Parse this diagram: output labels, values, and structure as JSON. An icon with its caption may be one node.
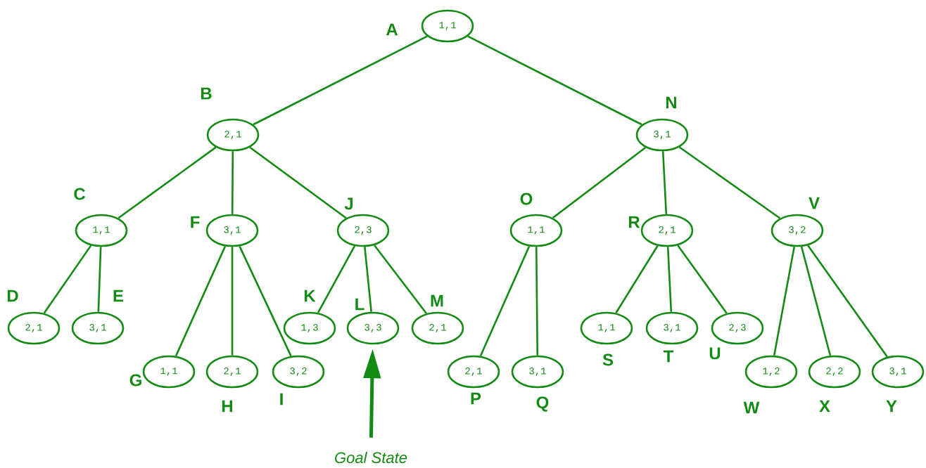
{
  "diagram": {
    "nodes": [
      {
        "text": [
          "1,1"
        ],
        "beside": [
          "A"
        ]
      },
      {
        "text": [
          "2,1"
        ],
        "beside": [
          "B"
        ]
      },
      {
        "text": [
          "1,1"
        ],
        "beside": [
          "C"
        ]
      },
      {
        "text": [
          "2,1"
        ],
        "beside": [
          "D"
        ]
      },
      {
        "text": [
          "3,1"
        ],
        "beside": [
          "E"
        ]
      },
      {
        "text": [
          "3,1"
        ],
        "beside": [
          "F"
        ]
      },
      {
        "text": [
          "1,1"
        ],
        "beside": [
          "G"
        ]
      },
      {
        "text": [
          "2,1"
        ],
        "beside": [
          "H"
        ]
      },
      {
        "text": [
          "3,2"
        ],
        "beside": [
          "I"
        ]
      },
      {
        "text": [
          "2,3"
        ],
        "beside": [
          "J"
        ]
      },
      {
        "text": [
          "1,3"
        ],
        "beside": [
          "K"
        ]
      },
      {
        "text": [
          "3,3"
        ],
        "beside": [
          "L"
        ]
      },
      {
        "text": [
          "2,1"
        ],
        "beside": [
          "M"
        ]
      },
      {
        "text": [
          "3,1"
        ],
        "beside": [
          "N"
        ]
      },
      {
        "text": [
          "1,1"
        ],
        "beside": [
          "O"
        ]
      },
      {
        "text": [
          "2,1"
        ],
        "beside": [
          "P"
        ]
      },
      {
        "text": [
          "3,1"
        ],
        "beside": [
          "Q"
        ]
      },
      {
        "text": [
          "2,1"
        ],
        "beside": [
          "R"
        ]
      },
      {
        "text": [
          "1,1"
        ],
        "beside": [
          "S"
        ]
      },
      {
        "text": [
          "3,1"
        ],
        "beside": [
          "T"
        ]
      },
      {
        "text": [
          "2,3"
        ],
        "beside": [
          "U"
        ]
      },
      {
        "text": [
          "3,2"
        ],
        "beside": [
          "V"
        ]
      },
      {
        "text": [
          "1,2"
        ],
        "beside": [
          "W"
        ]
      },
      {
        "text": [
          "2,2"
        ],
        "beside": [
          "X"
        ]
      },
      {
        "text": [
          "3,1"
        ],
        "beside": [
          "Y"
        ]
      },
      {
        "text": [
          "Goal State"
        ]
      }
    ],
    "edges": [
      {
        "from": 0,
        "to": 1,
        "arrow": "none"
      },
      {
        "from": 0,
        "to": 13,
        "arrow": "none"
      },
      {
        "from": 1,
        "to": 2,
        "arrow": "none"
      },
      {
        "from": 1,
        "to": 5,
        "arrow": "none"
      },
      {
        "from": 1,
        "to": 9,
        "arrow": "none"
      },
      {
        "from": 2,
        "to": 3,
        "arrow": "none"
      },
      {
        "from": 2,
        "to": 4,
        "arrow": "none"
      },
      {
        "from": 5,
        "to": 6,
        "arrow": "none"
      },
      {
        "from": 5,
        "to": 7,
        "arrow": "none"
      },
      {
        "from": 5,
        "to": 8,
        "arrow": "none"
      },
      {
        "from": 9,
        "to": 10,
        "arrow": "none"
      },
      {
        "from": 9,
        "to": 11,
        "arrow": "none"
      },
      {
        "from": 9,
        "to": 12,
        "arrow": "none"
      },
      {
        "from": 13,
        "to": 14,
        "arrow": "none"
      },
      {
        "from": 13,
        "to": 17,
        "arrow": "none"
      },
      {
        "from": 13,
        "to": 21,
        "arrow": "none"
      },
      {
        "from": 14,
        "to": 15,
        "arrow": "none"
      },
      {
        "from": 14,
        "to": 16,
        "arrow": "none"
      },
      {
        "from": 17,
        "to": 18,
        "arrow": "none"
      },
      {
        "from": 17,
        "to": 19,
        "arrow": "none"
      },
      {
        "from": 17,
        "to": 20,
        "arrow": "none"
      },
      {
        "from": 21,
        "to": 22,
        "arrow": "none"
      },
      {
        "from": 21,
        "to": 23,
        "arrow": "none"
      },
      {
        "from": 21,
        "to": 24,
        "arrow": "none"
      },
      {
        "from": 25,
        "to": 11,
        "arrow": "to",
        "style": "thick"
      }
    ]
  }
}
